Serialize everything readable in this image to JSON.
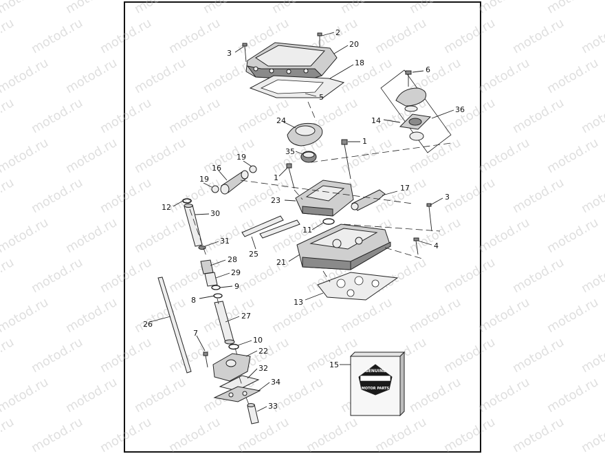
{
  "watermark": {
    "text": "motod.ru",
    "color": "#b9b9b9"
  },
  "diagram": {
    "frame_color": "#111111",
    "callouts": [
      {
        "id": "c2",
        "label": "2"
      },
      {
        "id": "c3a",
        "label": "3"
      },
      {
        "id": "c20",
        "label": "20"
      },
      {
        "id": "c18",
        "label": "18"
      },
      {
        "id": "c5",
        "label": "5"
      },
      {
        "id": "c6",
        "label": "6"
      },
      {
        "id": "c14",
        "label": "14"
      },
      {
        "id": "c36",
        "label": "36"
      },
      {
        "id": "c24",
        "label": "24"
      },
      {
        "id": "c35",
        "label": "35"
      },
      {
        "id": "c1a",
        "label": "1"
      },
      {
        "id": "c1b",
        "label": "1"
      },
      {
        "id": "c19a",
        "label": "19"
      },
      {
        "id": "c19b",
        "label": "19"
      },
      {
        "id": "c16",
        "label": "16"
      },
      {
        "id": "c17",
        "label": "17"
      },
      {
        "id": "c23",
        "label": "23"
      },
      {
        "id": "c3b",
        "label": "3"
      },
      {
        "id": "c12",
        "label": "12"
      },
      {
        "id": "c30",
        "label": "30"
      },
      {
        "id": "c11",
        "label": "11"
      },
      {
        "id": "c4",
        "label": "4"
      },
      {
        "id": "c31",
        "label": "31"
      },
      {
        "id": "c25",
        "label": "25"
      },
      {
        "id": "c21",
        "label": "21"
      },
      {
        "id": "c28",
        "label": "28"
      },
      {
        "id": "c29",
        "label": "29"
      },
      {
        "id": "c9",
        "label": "9"
      },
      {
        "id": "c8",
        "label": "8"
      },
      {
        "id": "c13",
        "label": "13"
      },
      {
        "id": "c26",
        "label": "26"
      },
      {
        "id": "c27",
        "label": "27"
      },
      {
        "id": "c7",
        "label": "7"
      },
      {
        "id": "c10",
        "label": "10"
      },
      {
        "id": "c22",
        "label": "22"
      },
      {
        "id": "c15",
        "label": "15"
      },
      {
        "id": "c32",
        "label": "32"
      },
      {
        "id": "c34",
        "label": "34"
      },
      {
        "id": "c33",
        "label": "33"
      }
    ]
  },
  "badge": {
    "top_text": "GENUINE",
    "bottom_text": "MOTOR PARTS"
  }
}
